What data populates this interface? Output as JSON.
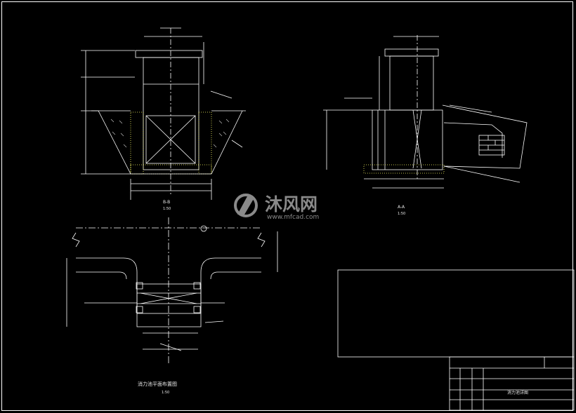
{
  "drawing": {
    "background": "#000000",
    "line_color": "#ffffff",
    "accent_color": "#ffff66",
    "views": [
      {
        "id": "section-b-b",
        "title": "B-B",
        "scale": "1:50"
      },
      {
        "id": "section-a-a",
        "title": "A-A",
        "scale": "1:50"
      },
      {
        "id": "plan-view",
        "title": "消力池平面布置图",
        "scale": "1:50"
      }
    ],
    "title_block": {
      "drawing_name": "消力池详图"
    },
    "watermark": {
      "brand_cn": "沐风网",
      "brand_en": "www.mfcad.com"
    }
  }
}
